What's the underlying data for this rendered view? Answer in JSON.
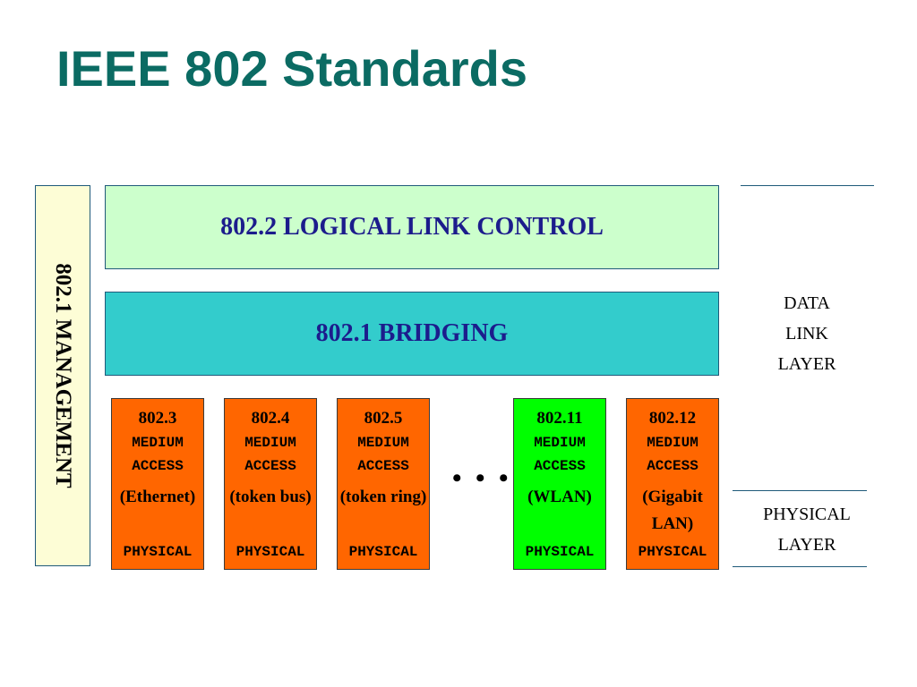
{
  "title": "IEEE 802 Standards",
  "management": "802.1 MANAGEMENT",
  "llc": "802.2 LOGICAL LINK CONTROL",
  "bridging": "802.1 BRIDGING",
  "standards": [
    {
      "number": "802.3",
      "medium": "MEDIUM",
      "access": "ACCESS",
      "paren": "(Ethernet)",
      "physical": "PHYSICAL"
    },
    {
      "number": "802.4",
      "medium": "MEDIUM",
      "access": "ACCESS",
      "paren": "(token bus)",
      "physical": "PHYSICAL"
    },
    {
      "number": "802.5",
      "medium": "MEDIUM",
      "access": "ACCESS",
      "paren": "(token ring)",
      "physical": "PHYSICAL"
    },
    {
      "number": "802.11",
      "medium": "MEDIUM",
      "access": "ACCESS",
      "paren": "(WLAN)",
      "physical": "PHYSICAL"
    },
    {
      "number": "802.12",
      "medium": "MEDIUM",
      "access": "ACCESS",
      "paren": "(Gigabit LAN)",
      "physical": "PHYSICAL"
    }
  ],
  "ellipsis": "• • •",
  "data_link_layer": {
    "line1": "DATA",
    "line2": "LINK",
    "line3": "LAYER"
  },
  "physical_layer": {
    "line1": "PHYSICAL",
    "line2": "LAYER"
  },
  "colors": {
    "title": "#0b6b63",
    "llc_fill": "#ccffcc",
    "bridging_fill": "#33cccc",
    "management_fill": "#fdfdd6",
    "standard_fill": "#ff6600",
    "wlan_fill": "#00ff00"
  }
}
